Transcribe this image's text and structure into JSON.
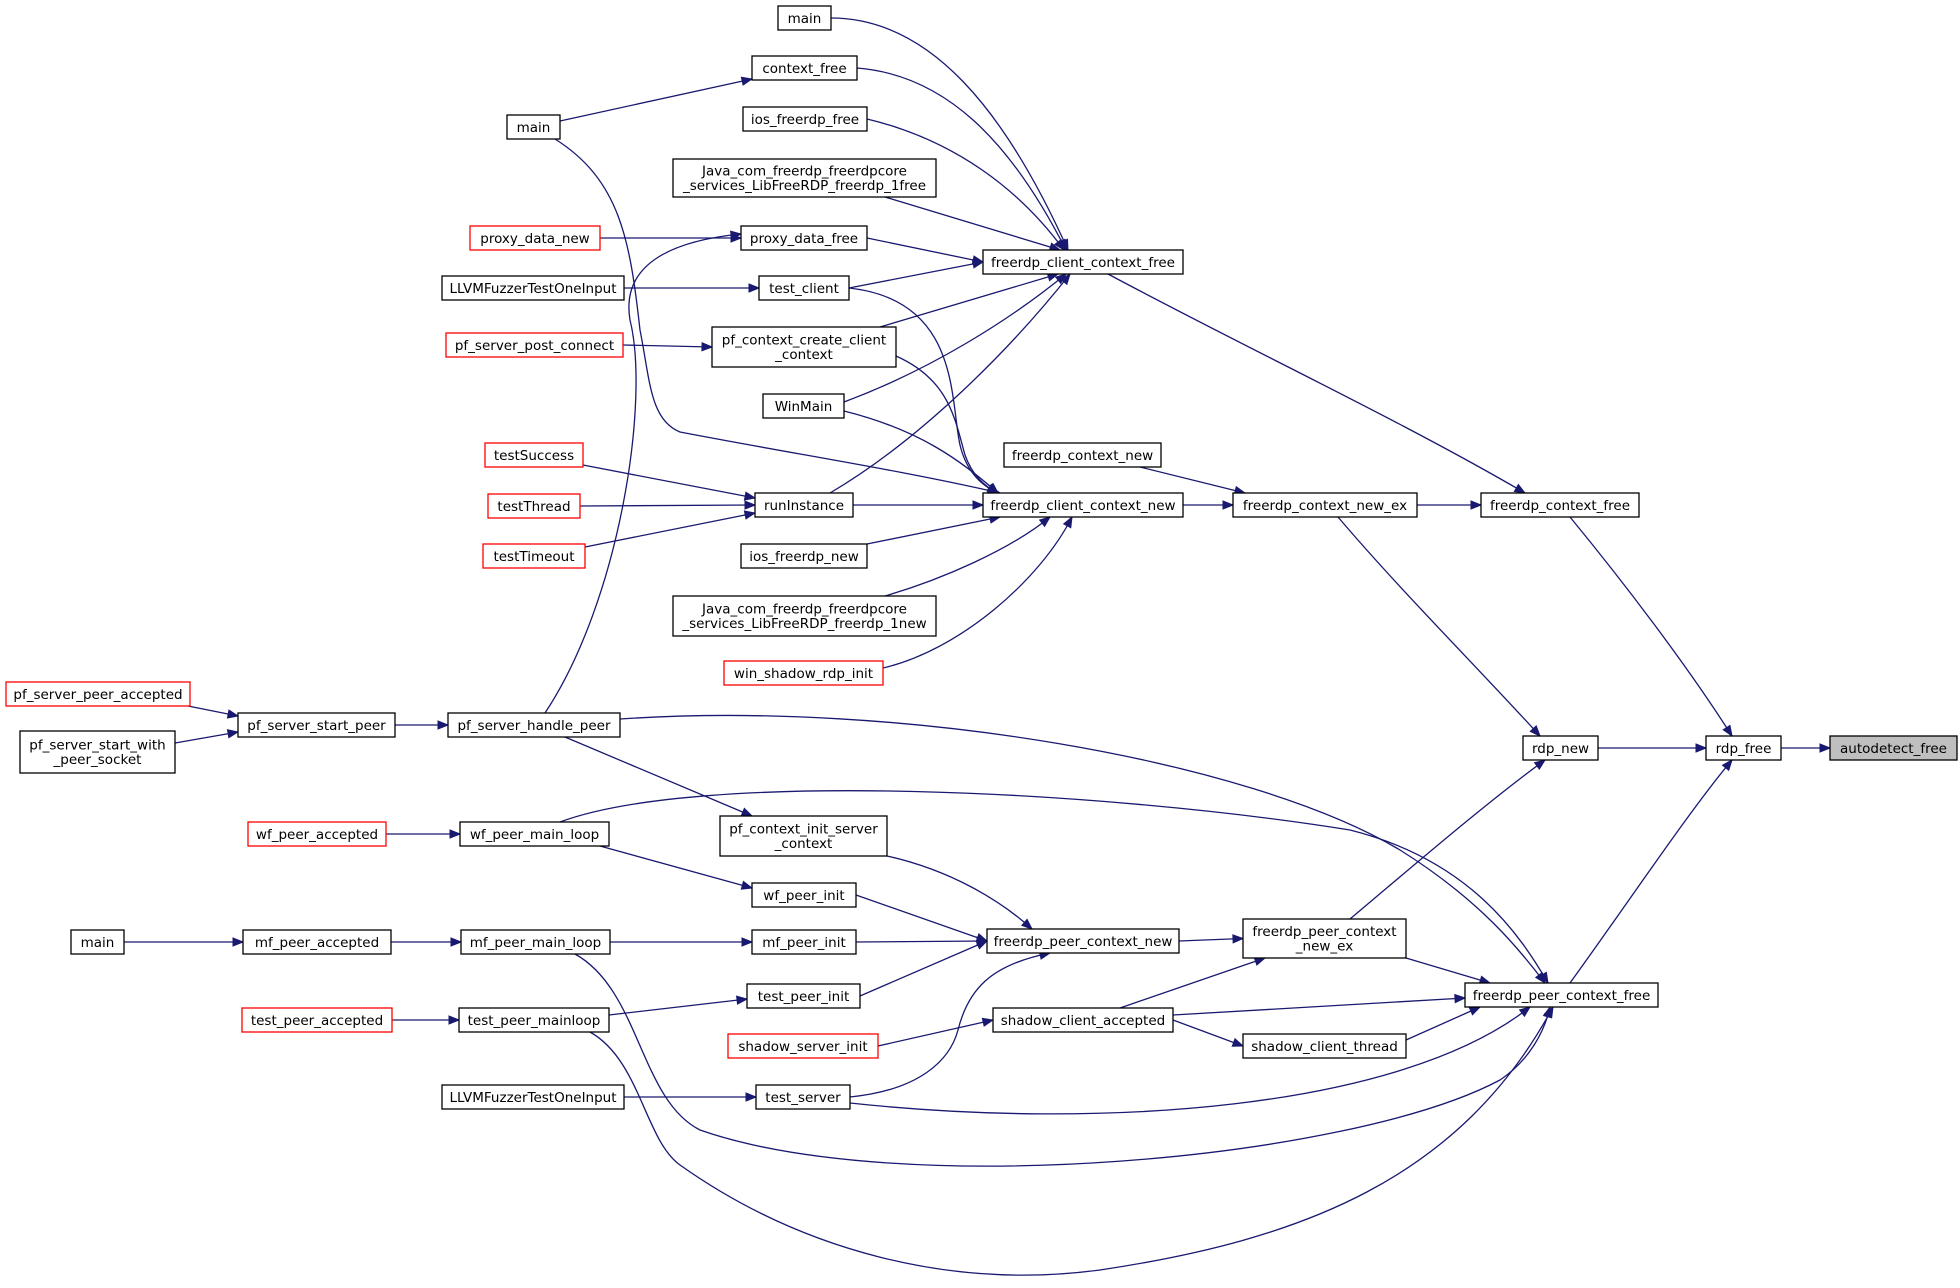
{
  "colors": {
    "edge": "#191970",
    "box_default": "#000000",
    "box_truncated": "#ff0000",
    "focus_fill": "#bfbfbf",
    "fill": "#ffffff"
  },
  "nodes": [
    {
      "id": "n_autodetect_free",
      "lines": [
        "autodetect_free"
      ],
      "kind": "focus"
    },
    {
      "id": "n_rdp_free",
      "lines": [
        "rdp_free"
      ],
      "kind": "normal"
    },
    {
      "id": "n_rdp_new",
      "lines": [
        "rdp_new"
      ],
      "kind": "normal"
    },
    {
      "id": "n_freerdp_context_free",
      "lines": [
        "freerdp_context_free"
      ],
      "kind": "normal"
    },
    {
      "id": "n_freerdp_peer_context_free",
      "lines": [
        "freerdp_peer_context_free"
      ],
      "kind": "normal"
    },
    {
      "id": "n_freerdp_context_new_ex",
      "lines": [
        "freerdp_context_new_ex"
      ],
      "kind": "normal"
    },
    {
      "id": "n_freerdp_peer_context_new_ex",
      "lines": [
        "freerdp_peer_context",
        "_new_ex"
      ],
      "kind": "normal"
    },
    {
      "id": "n_freerdp_client_context_free",
      "lines": [
        "freerdp_client_context_free"
      ],
      "kind": "normal"
    },
    {
      "id": "n_freerdp_context_new",
      "lines": [
        "freerdp_context_new"
      ],
      "kind": "normal"
    },
    {
      "id": "n_freerdp_client_context_new",
      "lines": [
        "freerdp_client_context_new"
      ],
      "kind": "normal"
    },
    {
      "id": "n_freerdp_peer_context_new",
      "lines": [
        "freerdp_peer_context_new"
      ],
      "kind": "normal"
    },
    {
      "id": "n_shadow_client_accepted",
      "lines": [
        "shadow_client_accepted"
      ],
      "kind": "normal"
    },
    {
      "id": "n_shadow_client_thread",
      "lines": [
        "shadow_client_thread"
      ],
      "kind": "normal"
    },
    {
      "id": "n_main_top",
      "lines": [
        "main"
      ],
      "kind": "normal"
    },
    {
      "id": "n_context_free",
      "lines": [
        "context_free"
      ],
      "kind": "normal"
    },
    {
      "id": "n_ios_freerdp_free",
      "lines": [
        "ios_freerdp_free"
      ],
      "kind": "normal"
    },
    {
      "id": "n_java_free",
      "lines": [
        "Java_com_freerdp_freerdpcore",
        "_services_LibFreeRDP_freerdp_1free"
      ],
      "kind": "normal"
    },
    {
      "id": "n_proxy_data_free",
      "lines": [
        "proxy_data_free"
      ],
      "kind": "normal"
    },
    {
      "id": "n_test_client",
      "lines": [
        "test_client"
      ],
      "kind": "normal"
    },
    {
      "id": "n_pf_context_create_client",
      "lines": [
        "pf_context_create_client",
        "_context"
      ],
      "kind": "normal"
    },
    {
      "id": "n_winmain",
      "lines": [
        "WinMain"
      ],
      "kind": "normal"
    },
    {
      "id": "n_runinstance",
      "lines": [
        "runInstance"
      ],
      "kind": "normal"
    },
    {
      "id": "n_ios_freerdp_new",
      "lines": [
        "ios_freerdp_new"
      ],
      "kind": "normal"
    },
    {
      "id": "n_java_new",
      "lines": [
        "Java_com_freerdp_freerdpcore",
        "_services_LibFreeRDP_freerdp_1new"
      ],
      "kind": "normal"
    },
    {
      "id": "n_win_shadow_rdp_init",
      "lines": [
        "win_shadow_rdp_init"
      ],
      "kind": "truncated"
    },
    {
      "id": "n_pf_context_init_server",
      "lines": [
        "pf_context_init_server",
        "_context"
      ],
      "kind": "normal"
    },
    {
      "id": "n_wf_peer_init",
      "lines": [
        "wf_peer_init"
      ],
      "kind": "normal"
    },
    {
      "id": "n_mf_peer_init",
      "lines": [
        "mf_peer_init"
      ],
      "kind": "normal"
    },
    {
      "id": "n_test_peer_init",
      "lines": [
        "test_peer_init"
      ],
      "kind": "normal"
    },
    {
      "id": "n_shadow_server_init",
      "lines": [
        "shadow_server_init"
      ],
      "kind": "truncated"
    },
    {
      "id": "n_test_server",
      "lines": [
        "test_server"
      ],
      "kind": "normal"
    },
    {
      "id": "n_main_mid",
      "lines": [
        "main"
      ],
      "kind": "normal"
    },
    {
      "id": "n_proxy_data_new",
      "lines": [
        "proxy_data_new"
      ],
      "kind": "truncated"
    },
    {
      "id": "n_llvm_top",
      "lines": [
        "LLVMFuzzerTestOneInput"
      ],
      "kind": "normal"
    },
    {
      "id": "n_pf_server_post_connect",
      "lines": [
        "pf_server_post_connect"
      ],
      "kind": "truncated"
    },
    {
      "id": "n_testsuccess",
      "lines": [
        "testSuccess"
      ],
      "kind": "truncated"
    },
    {
      "id": "n_testthread",
      "lines": [
        "testThread"
      ],
      "kind": "truncated"
    },
    {
      "id": "n_testtimeout",
      "lines": [
        "testTimeout"
      ],
      "kind": "truncated"
    },
    {
      "id": "n_pf_server_handle_peer",
      "lines": [
        "pf_server_handle_peer"
      ],
      "kind": "normal"
    },
    {
      "id": "n_wf_peer_main_loop",
      "lines": [
        "wf_peer_main_loop"
      ],
      "kind": "normal"
    },
    {
      "id": "n_mf_peer_main_loop",
      "lines": [
        "mf_peer_main_loop"
      ],
      "kind": "normal"
    },
    {
      "id": "n_test_peer_mainloop",
      "lines": [
        "test_peer_mainloop"
      ],
      "kind": "normal"
    },
    {
      "id": "n_llvm_bottom",
      "lines": [
        "LLVMFuzzerTestOneInput"
      ],
      "kind": "normal"
    },
    {
      "id": "n_pf_server_start_peer",
      "lines": [
        "pf_server_start_peer"
      ],
      "kind": "normal"
    },
    {
      "id": "n_wf_peer_accepted",
      "lines": [
        "wf_peer_accepted"
      ],
      "kind": "truncated"
    },
    {
      "id": "n_mf_peer_accepted",
      "lines": [
        "mf_peer_accepted"
      ],
      "kind": "normal"
    },
    {
      "id": "n_test_peer_accepted",
      "lines": [
        "test_peer_accepted"
      ],
      "kind": "truncated"
    },
    {
      "id": "n_pf_server_peer_accepted",
      "lines": [
        "pf_server_peer_accepted"
      ],
      "kind": "truncated"
    },
    {
      "id": "n_pf_server_start_with_peer_socket",
      "lines": [
        "pf_server_start_with",
        "_peer_socket"
      ],
      "kind": "normal"
    },
    {
      "id": "n_main_left",
      "lines": [
        "main"
      ],
      "kind": "normal"
    }
  ],
  "edges": [
    {
      "from": "n_rdp_free",
      "to": "n_autodetect_free"
    },
    {
      "from": "n_rdp_new",
      "to": "n_rdp_free"
    },
    {
      "from": "n_freerdp_context_free",
      "to": "n_rdp_free"
    },
    {
      "from": "n_freerdp_peer_context_free",
      "to": "n_rdp_free"
    },
    {
      "from": "n_freerdp_context_new_ex",
      "to": "n_rdp_new"
    },
    {
      "from": "n_freerdp_peer_context_new_ex",
      "to": "n_rdp_new"
    },
    {
      "from": "n_freerdp_client_context_free",
      "to": "n_freerdp_context_free"
    },
    {
      "from": "n_freerdp_context_new_ex",
      "to": "n_freerdp_context_free"
    },
    {
      "from": "n_freerdp_context_new",
      "to": "n_freerdp_context_new_ex"
    },
    {
      "from": "n_freerdp_client_context_new",
      "to": "n_freerdp_context_new_ex"
    },
    {
      "from": "n_freerdp_peer_context_new",
      "to": "n_freerdp_peer_context_new_ex"
    },
    {
      "from": "n_shadow_client_accepted",
      "to": "n_freerdp_peer_context_new_ex"
    },
    {
      "from": "n_freerdp_peer_context_new_ex",
      "to": "n_freerdp_peer_context_free"
    },
    {
      "from": "n_shadow_client_accepted",
      "to": "n_freerdp_peer_context_free"
    },
    {
      "from": "n_shadow_client_thread",
      "to": "n_freerdp_peer_context_free"
    },
    {
      "from": "n_shadow_client_accepted",
      "to": "n_shadow_client_thread"
    },
    {
      "from": "n_pf_server_handle_peer",
      "to": "n_freerdp_peer_context_free"
    },
    {
      "from": "n_wf_peer_main_loop",
      "to": "n_freerdp_peer_context_free"
    },
    {
      "from": "n_test_server",
      "to": "n_freerdp_peer_context_free"
    },
    {
      "from": "n_mf_peer_main_loop",
      "to": "n_freerdp_peer_context_free"
    },
    {
      "from": "n_test_peer_mainloop",
      "to": "n_freerdp_peer_context_free"
    },
    {
      "from": "n_main_top",
      "to": "n_freerdp_client_context_free"
    },
    {
      "from": "n_context_free",
      "to": "n_freerdp_client_context_free"
    },
    {
      "from": "n_ios_freerdp_free",
      "to": "n_freerdp_client_context_free"
    },
    {
      "from": "n_java_free",
      "to": "n_freerdp_client_context_free"
    },
    {
      "from": "n_proxy_data_free",
      "to": "n_freerdp_client_context_free"
    },
    {
      "from": "n_test_client",
      "to": "n_freerdp_client_context_free"
    },
    {
      "from": "n_pf_context_create_client",
      "to": "n_freerdp_client_context_free"
    },
    {
      "from": "n_winmain",
      "to": "n_freerdp_client_context_free"
    },
    {
      "from": "n_runinstance",
      "to": "n_freerdp_client_context_free"
    },
    {
      "from": "n_main_mid",
      "to": "n_freerdp_client_context_new"
    },
    {
      "from": "n_test_client",
      "to": "n_freerdp_client_context_new"
    },
    {
      "from": "n_pf_context_create_client",
      "to": "n_freerdp_client_context_new"
    },
    {
      "from": "n_winmain",
      "to": "n_freerdp_client_context_new"
    },
    {
      "from": "n_runinstance",
      "to": "n_freerdp_client_context_new"
    },
    {
      "from": "n_ios_freerdp_new",
      "to": "n_freerdp_client_context_new"
    },
    {
      "from": "n_java_new",
      "to": "n_freerdp_client_context_new"
    },
    {
      "from": "n_win_shadow_rdp_init",
      "to": "n_freerdp_client_context_new"
    },
    {
      "from": "n_pf_context_init_server",
      "to": "n_freerdp_peer_context_new"
    },
    {
      "from": "n_wf_peer_init",
      "to": "n_freerdp_peer_context_new"
    },
    {
      "from": "n_mf_peer_init",
      "to": "n_freerdp_peer_context_new"
    },
    {
      "from": "n_test_peer_init",
      "to": "n_freerdp_peer_context_new"
    },
    {
      "from": "n_test_server",
      "to": "n_freerdp_peer_context_new"
    },
    {
      "from": "n_shadow_server_init",
      "to": "n_shadow_client_accepted"
    },
    {
      "from": "n_main_mid",
      "to": "n_context_free"
    },
    {
      "from": "n_proxy_data_new",
      "to": "n_proxy_data_free"
    },
    {
      "from": "n_pf_server_handle_peer",
      "to": "n_proxy_data_free"
    },
    {
      "from": "n_llvm_top",
      "to": "n_test_client"
    },
    {
      "from": "n_pf_server_post_connect",
      "to": "n_pf_context_create_client"
    },
    {
      "from": "n_testsuccess",
      "to": "n_runinstance"
    },
    {
      "from": "n_testthread",
      "to": "n_runinstance"
    },
    {
      "from": "n_testtimeout",
      "to": "n_runinstance"
    },
    {
      "from": "n_pf_server_handle_peer",
      "to": "n_pf_context_init_server"
    },
    {
      "from": "n_wf_peer_main_loop",
      "to": "n_wf_peer_init"
    },
    {
      "from": "n_mf_peer_main_loop",
      "to": "n_mf_peer_init"
    },
    {
      "from": "n_test_peer_mainloop",
      "to": "n_test_peer_init"
    },
    {
      "from": "n_llvm_bottom",
      "to": "n_test_server"
    },
    {
      "from": "n_pf_server_start_peer",
      "to": "n_pf_server_handle_peer"
    },
    {
      "from": "n_pf_server_peer_accepted",
      "to": "n_pf_server_start_peer"
    },
    {
      "from": "n_pf_server_start_with_peer_socket",
      "to": "n_pf_server_start_peer"
    },
    {
      "from": "n_wf_peer_accepted",
      "to": "n_wf_peer_main_loop"
    },
    {
      "from": "n_mf_peer_accepted",
      "to": "n_mf_peer_main_loop"
    },
    {
      "from": "n_main_left",
      "to": "n_mf_peer_accepted"
    },
    {
      "from": "n_test_peer_accepted",
      "to": "n_test_peer_mainloop"
    }
  ]
}
